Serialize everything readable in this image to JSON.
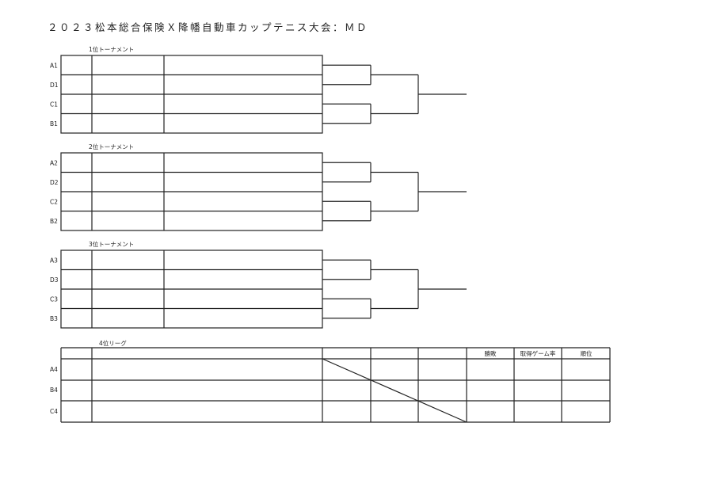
{
  "title": "２０２３松本総合保険Ｘ降幡自動車カップテニス大会：ＭＤ",
  "tournaments": [
    {
      "label": "1位トーナメント",
      "seeds": [
        "A1",
        "D1",
        "C1",
        "B1"
      ]
    },
    {
      "label": "2位トーナメント",
      "seeds": [
        "A2",
        "D2",
        "C2",
        "B2"
      ]
    },
    {
      "label": "3位トーナメント",
      "seeds": [
        "A3",
        "D3",
        "C3",
        "B3"
      ]
    }
  ],
  "league": {
    "label": "4位リーグ",
    "headers": [
      "勝敗",
      "取得ゲーム率",
      "順位"
    ],
    "seeds": [
      "A4",
      "B4",
      "C4"
    ]
  }
}
